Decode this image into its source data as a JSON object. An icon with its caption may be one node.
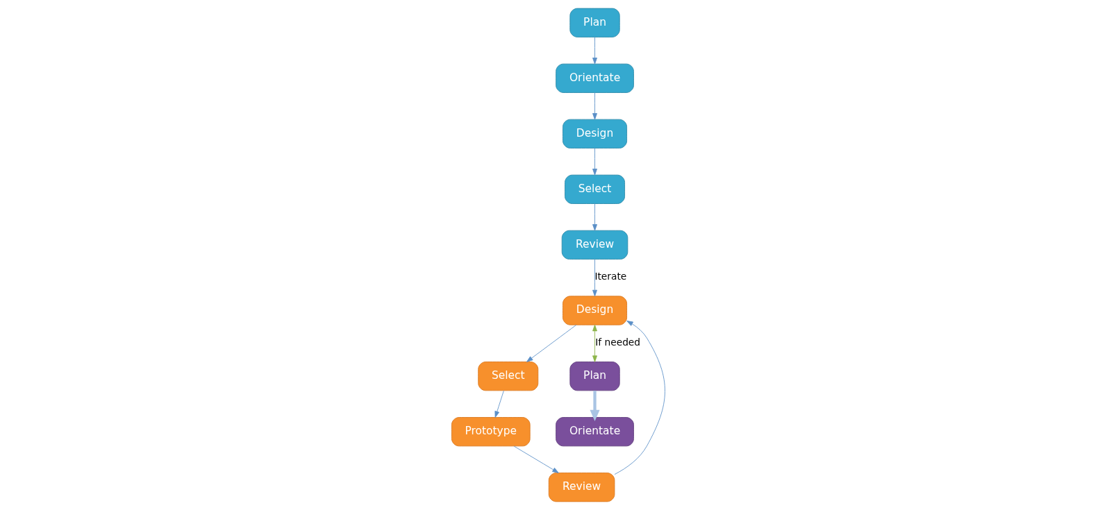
{
  "diagram": {
    "nodes": [
      {
        "text": [
          "Plan"
        ]
      },
      {
        "text": [
          "Orientate"
        ]
      },
      {
        "text": [
          "Design"
        ]
      },
      {
        "text": [
          "Select"
        ]
      },
      {
        "text": [
          "Review"
        ]
      },
      {
        "text": [
          "Design"
        ]
      },
      {
        "text": [
          "Select"
        ]
      },
      {
        "text": [
          "Prototype"
        ]
      },
      {
        "text": [
          "Review"
        ]
      },
      {
        "text": [
          "Plan"
        ]
      },
      {
        "text": [
          "Orientate"
        ]
      }
    ],
    "edges": [
      {
        "from": 0,
        "to": 1,
        "arrow": "to"
      },
      {
        "from": 1,
        "to": 2,
        "arrow": "to"
      },
      {
        "from": 2,
        "to": 3,
        "arrow": "to"
      },
      {
        "from": 3,
        "to": 4,
        "arrow": "to"
      },
      {
        "from": 4,
        "to": 5,
        "arrow": "to",
        "label": "Iterate"
      },
      {
        "from": 5,
        "to": 9,
        "arrow": "both",
        "label": "If needed",
        "color": "#8db54a"
      },
      {
        "from": 9,
        "to": 10,
        "arrow": "to",
        "style": "thick",
        "color": "#a9c4e4"
      },
      {
        "from": 5,
        "to": 6,
        "arrow": "to"
      },
      {
        "from": 6,
        "to": 7,
        "arrow": "to"
      },
      {
        "from": 7,
        "to": 8,
        "arrow": "to"
      },
      {
        "from": 8,
        "to": 5,
        "arrow": "to"
      }
    ]
  }
}
